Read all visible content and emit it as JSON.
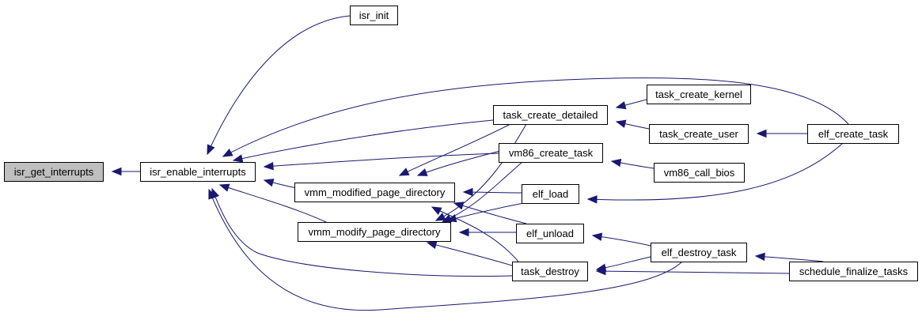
{
  "graph": {
    "type": "call-graph",
    "edge_color": "#191970",
    "root_fill": "#bfbfbf",
    "nodes": {
      "isr_get_interrupts": "isr_get_interrupts",
      "isr_enable_interrupts": "isr_enable_interrupts",
      "isr_init": "isr_init",
      "vmm_modified_page_directory": "vmm_modified_page_directory",
      "vmm_modify_page_directory": "vmm_modify_page_directory",
      "task_create_detailed": "task_create_detailed",
      "vm86_create_task": "vm86_create_task",
      "elf_load": "elf_load",
      "elf_unload": "elf_unload",
      "task_destroy": "task_destroy",
      "task_create_kernel": "task_create_kernel",
      "task_create_user": "task_create_user",
      "vm86_call_bios": "vm86_call_bios",
      "elf_destroy_task": "elf_destroy_task",
      "elf_create_task": "elf_create_task",
      "schedule_finalize_tasks": "schedule_finalize_tasks"
    },
    "edges": [
      [
        "isr_enable_interrupts",
        "isr_get_interrupts"
      ],
      [
        "isr_init",
        "isr_enable_interrupts"
      ],
      [
        "elf_create_task",
        "isr_enable_interrupts"
      ],
      [
        "task_create_detailed",
        "isr_enable_interrupts"
      ],
      [
        "vm86_create_task",
        "isr_enable_interrupts"
      ],
      [
        "vmm_modified_page_directory",
        "isr_enable_interrupts"
      ],
      [
        "vmm_modify_page_directory",
        "isr_enable_interrupts"
      ],
      [
        "task_destroy",
        "isr_enable_interrupts"
      ],
      [
        "elf_destroy_task",
        "isr_enable_interrupts"
      ],
      [
        "task_create_detailed",
        "vmm_modified_page_directory"
      ],
      [
        "vm86_create_task",
        "vmm_modified_page_directory"
      ],
      [
        "elf_load",
        "vmm_modified_page_directory"
      ],
      [
        "elf_unload",
        "vmm_modified_page_directory"
      ],
      [
        "task_destroy",
        "vmm_modified_page_directory"
      ],
      [
        "task_create_detailed",
        "vmm_modify_page_directory"
      ],
      [
        "vm86_create_task",
        "vmm_modify_page_directory"
      ],
      [
        "elf_load",
        "vmm_modify_page_directory"
      ],
      [
        "elf_unload",
        "vmm_modify_page_directory"
      ],
      [
        "task_destroy",
        "vmm_modify_page_directory"
      ],
      [
        "task_create_kernel",
        "task_create_detailed"
      ],
      [
        "task_create_user",
        "task_create_detailed"
      ],
      [
        "elf_create_task",
        "task_create_user"
      ],
      [
        "vm86_call_bios",
        "vm86_create_task"
      ],
      [
        "elf_create_task",
        "elf_load"
      ],
      [
        "elf_destroy_task",
        "elf_unload"
      ],
      [
        "elf_destroy_task",
        "task_destroy"
      ],
      [
        "schedule_finalize_tasks",
        "task_destroy"
      ],
      [
        "schedule_finalize_tasks",
        "elf_destroy_task"
      ]
    ]
  }
}
